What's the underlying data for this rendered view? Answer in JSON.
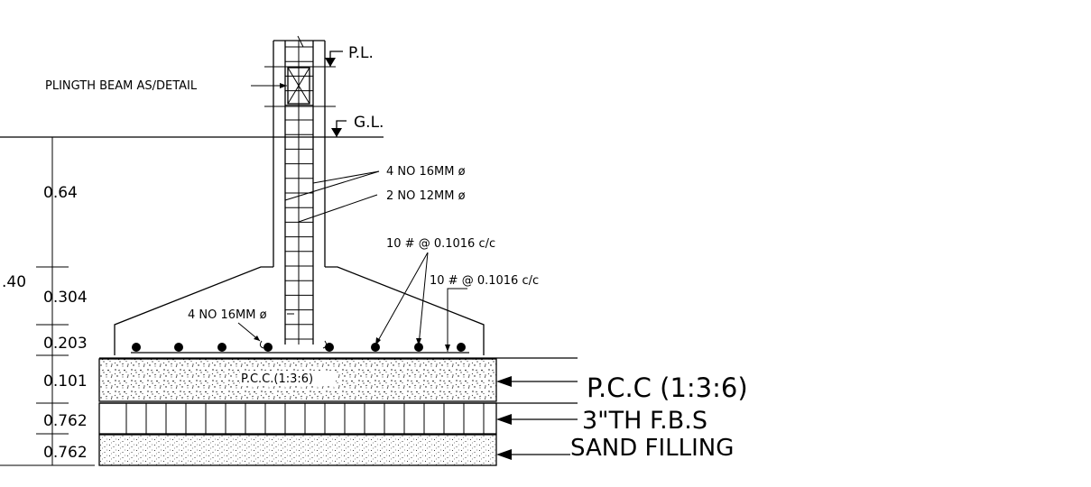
{
  "drawing": {
    "levels": {
      "plinth_level": "P.L.",
      "ground_level": "G.L."
    },
    "labels": {
      "plinth_beam": "PLINGTH BEAM AS/DETAIL",
      "column_bars_main": "4 NO 16MM ø",
      "column_bars_secondary": "2 NO 12MM ø",
      "footing_bars": "4 NO 16MM ø",
      "stirrup_1": "10 # @ 0.1016 c/c",
      "stirrup_2": "10 # @ 0.1016 c/c",
      "pcc_inside": "P.C.C.(1:3:6)"
    },
    "dimensions": {
      "total_depth": ".40",
      "d1": "0.64",
      "d2": "0.304",
      "d3": "0.203",
      "d4": "0.101",
      "d5": "0.762",
      "d6": "0.762"
    },
    "layers": {
      "pcc": "P.C.C  (1:3:6)",
      "fbs": "3\"TH  F.B.S",
      "sand": "SAND  FILLING"
    }
  }
}
